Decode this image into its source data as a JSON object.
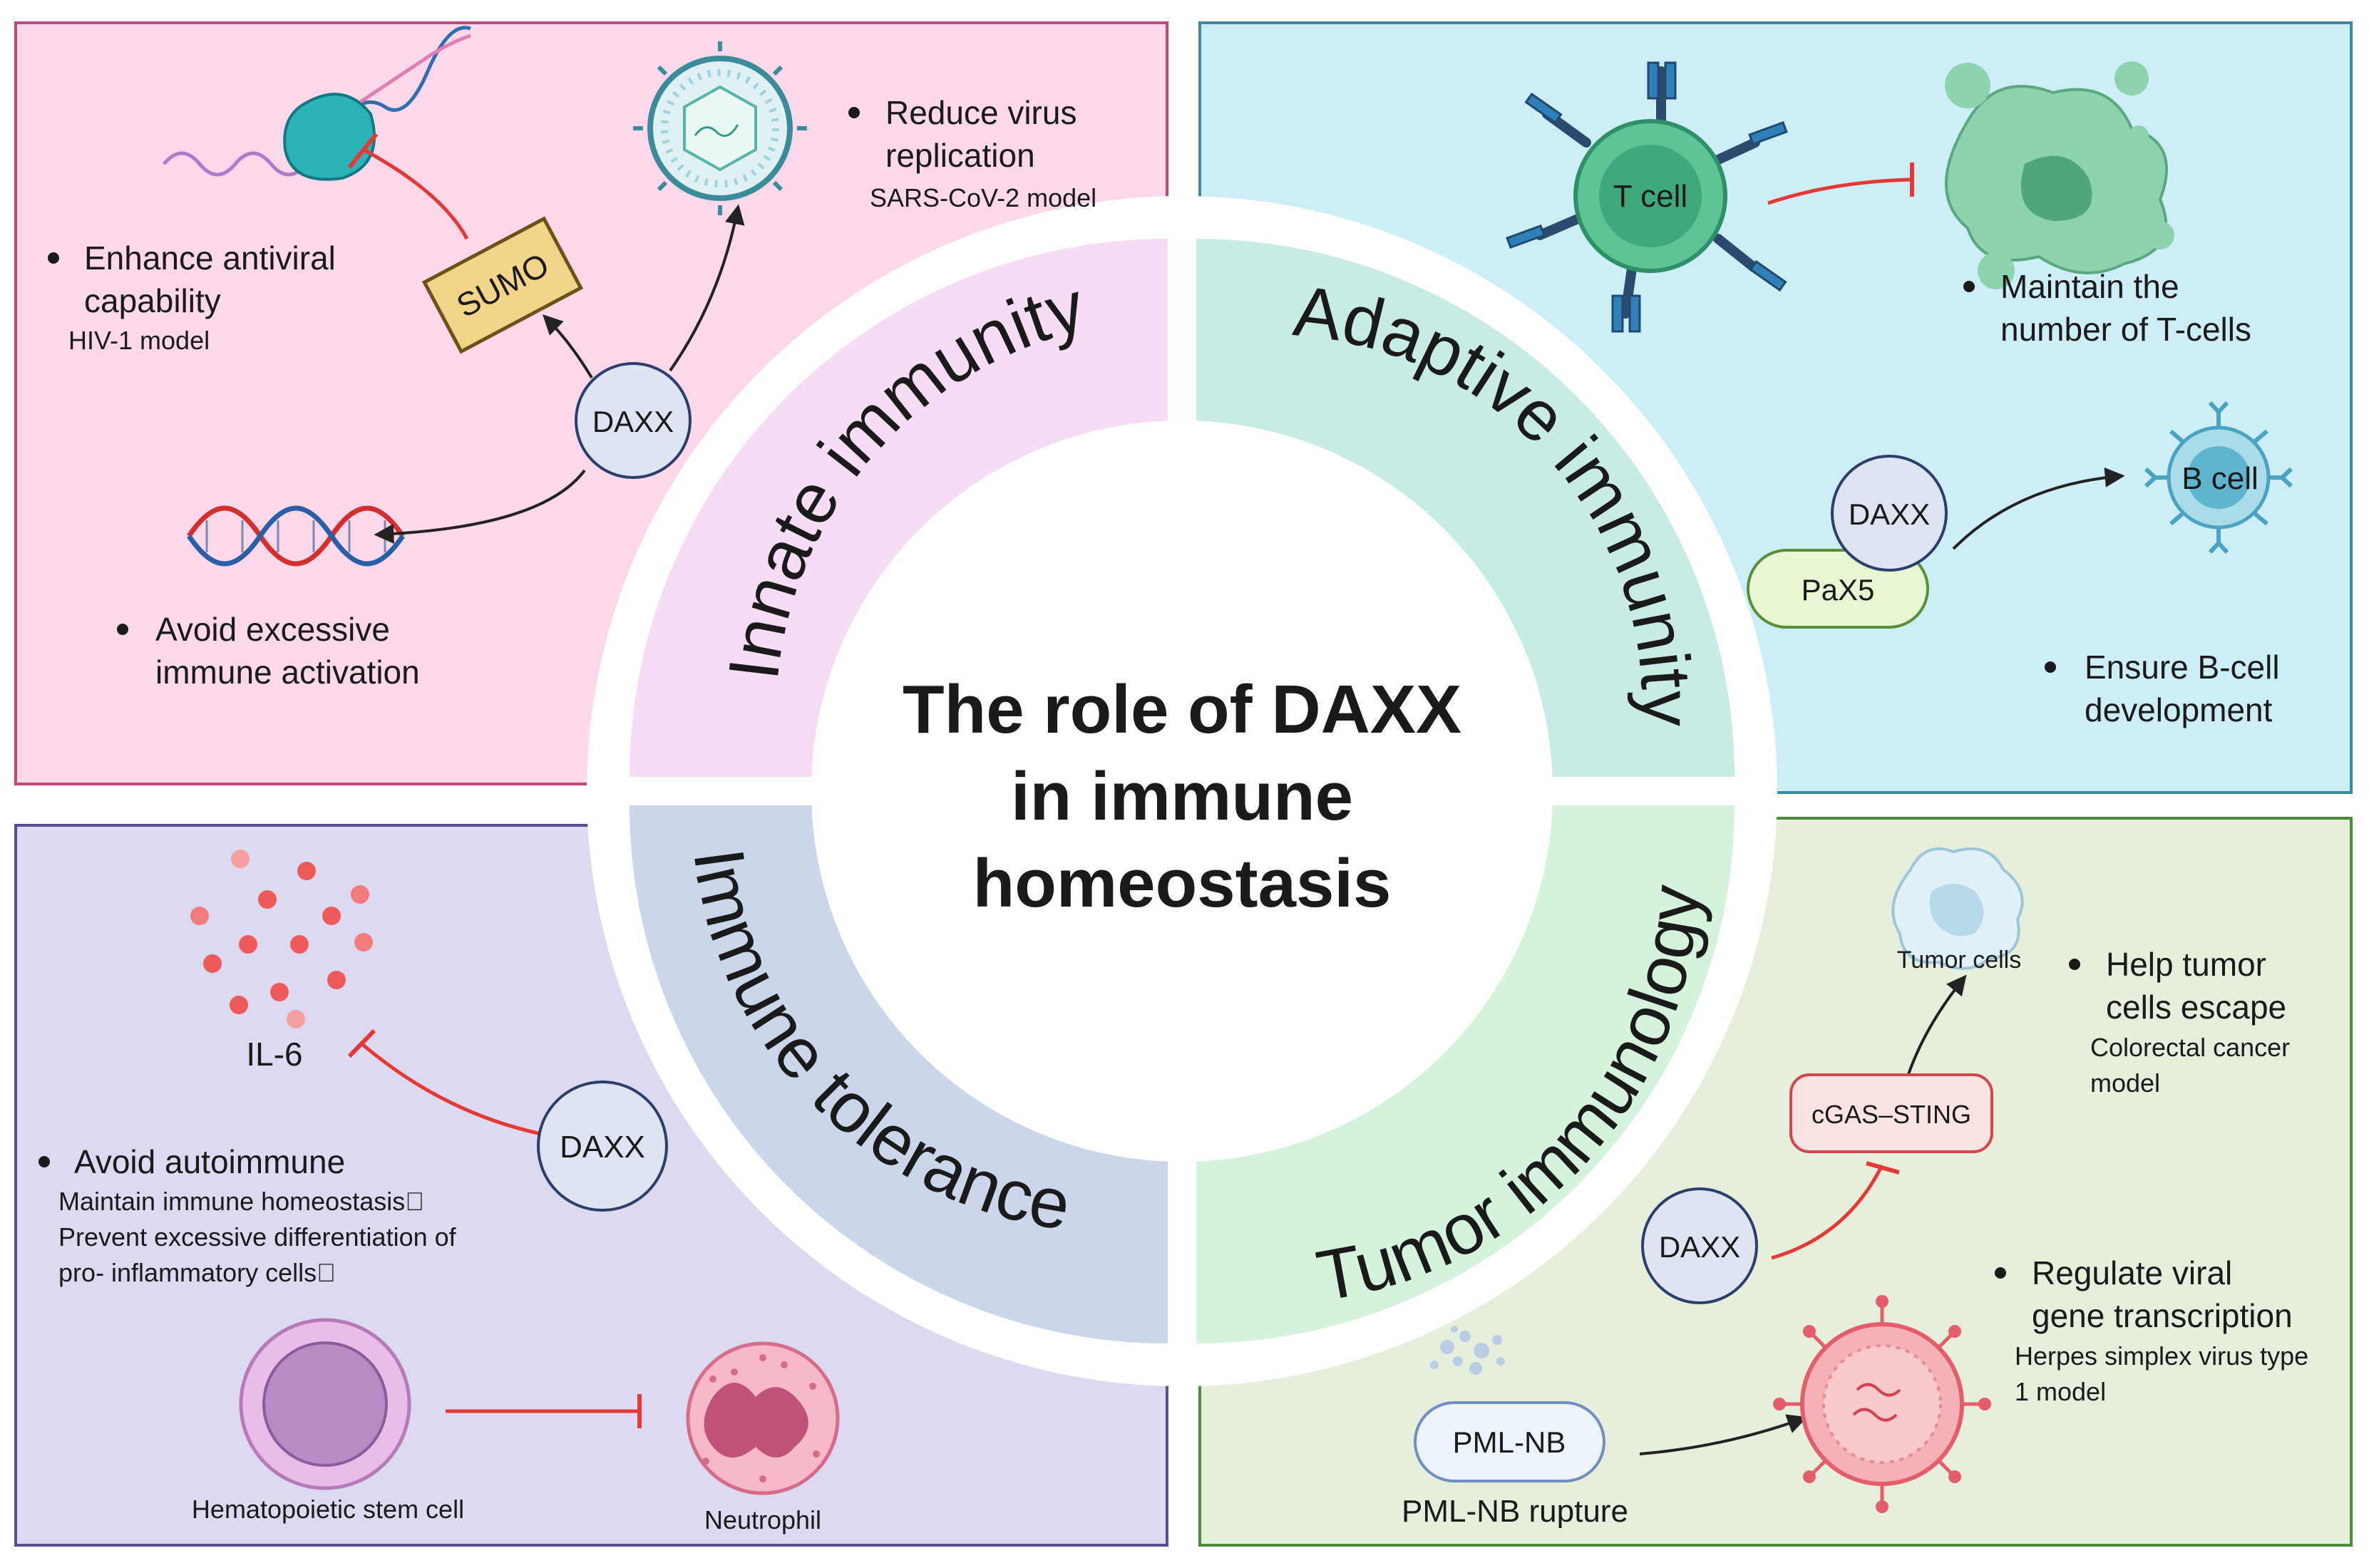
{
  "center": {
    "title_lines": [
      "The role of DAXX",
      "in immune",
      "homeostasis"
    ]
  },
  "ring": {
    "innate": "Innate immunity",
    "adaptive": "Adaptive immunity",
    "tolerance": "Immune tolerance",
    "tumor": "Tumor immunology"
  },
  "innate": {
    "sumo_label": "SUMO",
    "daxx_label": "DAXX",
    "bullet_antiviral": [
      "Enhance antiviral",
      "capability"
    ],
    "model_hiv": "HIV-1 model",
    "bullet_virus": [
      "Reduce virus",
      "replication"
    ],
    "model_sars": "SARS-CoV-2 model",
    "bullet_activation": [
      "Avoid excessive",
      "immune activation"
    ]
  },
  "adaptive": {
    "tcell_label": "T cell",
    "bullet_tcells": [
      "Maintain the",
      "number of T-cells"
    ],
    "daxx_label": "DAXX",
    "pax5_label": "PaX5",
    "bcell_label": "B cell",
    "bullet_bcell": [
      "Ensure B-cell",
      "development"
    ]
  },
  "tolerance": {
    "il6_label": "IL-6",
    "daxx_label": "DAXX",
    "bullet_autoimmune": "Avoid autoimmune",
    "detail_lines": [
      "Maintain immune homeostasis\u0000",
      "Prevent excessive differentiation of",
      "pro- inflammatory cells\u0000"
    ],
    "hsc_label": "Hematopoietic stem cell",
    "neutrophil_label": "Neutrophil"
  },
  "tumor": {
    "tumor_cells_label": "Tumor cells",
    "bullet_escape": [
      "Help tumor",
      "cells escape"
    ],
    "model_crc": [
      "Colorectal cancer",
      "model"
    ],
    "cgas_label": "cGAS–STING",
    "daxx_label": "DAXX",
    "bullet_viral": [
      "Regulate viral",
      "gene transcription"
    ],
    "model_hsv": [
      "Herpes simplex virus type",
      "1 model"
    ],
    "pmlnb_label": "PML-NB",
    "pmlnb_rupture": "PML-NB rupture"
  },
  "colors": {
    "innate_bg": "#fdd8ea",
    "adaptive_bg": "#cdeef6",
    "tolerance_bg": "#dcd9f0",
    "tumor_bg": "#e6efdc",
    "innate_ring": "#f7dcf5",
    "adaptive_ring": "#c9ebe5",
    "tolerance_ring": "#cbd6ea",
    "tumor_ring": "#d5f2dc",
    "inhibit_red": "#e53935",
    "daxx_fill": "#dfe4f2",
    "daxx_stroke": "#2c3e6a"
  }
}
